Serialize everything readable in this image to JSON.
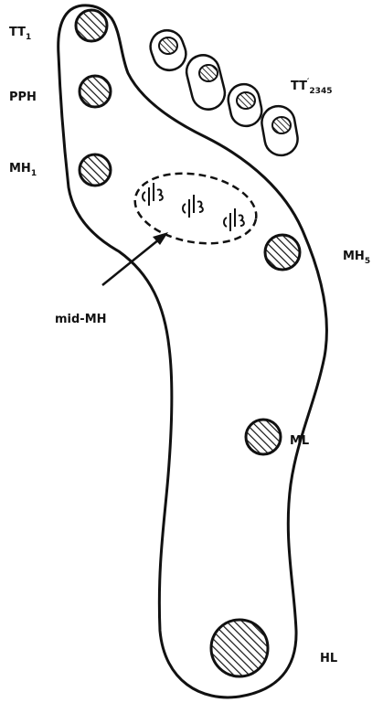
{
  "colors": {
    "ink": "#111111",
    "paper": "#ffffff"
  },
  "labels": {
    "tt1": {
      "base": "TT",
      "sub": "1"
    },
    "pph": "PPH",
    "mh1": {
      "base": "MH",
      "sub": "1"
    },
    "tt2345": {
      "base": "TT",
      "mark": "′",
      "sub": "2345"
    },
    "mh5": {
      "base": "MH",
      "sub": "5"
    },
    "mid_mh": "mid-MH",
    "ml": "ML",
    "hl": "HL"
  }
}
